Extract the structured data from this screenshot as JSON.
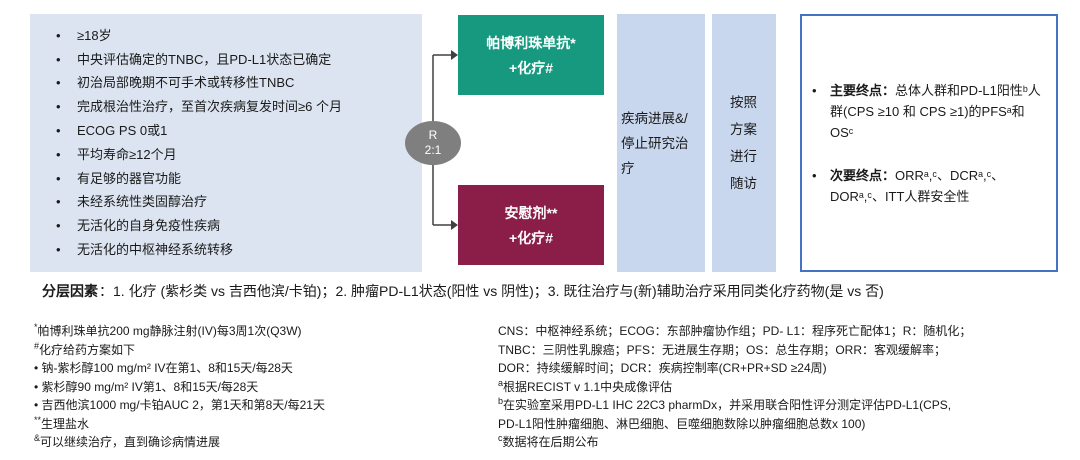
{
  "colors": {
    "criteria_panel": "#dbe4f0",
    "arm_pembrolizumab": "#16997f",
    "arm_placebo": "#8a1e49",
    "middle_columns": "#c9d7ee",
    "endpoints_border": "#4472c4",
    "randomization_node": "#7f7f7f"
  },
  "flow": {
    "criteria": {
      "items": [
        "≥18岁",
        "中央评估确定的TNBC，且PD-L1状态已确定",
        "初治局部晚期不可手术或转移性TNBC",
        "完成根治性治疗，至首次疾病复发时间≥6 个月",
        "ECOG PS 0或1",
        "平均寿命≥12个月",
        "有足够的器官功能",
        "未经系统性类固醇治疗",
        "无活化的自身免疫性疾病",
        "无活化的中枢神经系统转移"
      ]
    },
    "randomization": {
      "top": "R",
      "bottom": "2:1"
    },
    "arm_top": {
      "line1": "帕博利珠单抗*",
      "line2": "+化疗#"
    },
    "arm_bottom": {
      "line1": "安慰剂**",
      "line2": "+化疗#"
    },
    "progression": "疾病进展&/停止研究治疗",
    "followup": "按照方案进行随访",
    "endpoints": {
      "primary_label": "主要终点：",
      "primary_text": "总体人群和PD-L1阳性ᵇ人群(CPS ≥10 和 CPS ≥1)的PFSᵃ和OSᶜ",
      "secondary_label": "次要终点：",
      "secondary_text": "ORRᵃ,ᶜ、DCRᵃ,ᶜ、DORᵃ,ᶜ、ITT人群安全性"
    }
  },
  "stratification": {
    "label": "分层因素",
    "text": "：1. 化疗 (紫杉类 vs 吉西他滨/卡铂)；2. 肿瘤PD-L1状态(阳性 vs 阴性)；3. 既往治疗与(新)辅助治疗采用同类化疗药物(是 vs 否)"
  },
  "footnotes_left": [
    {
      "sup": "*",
      "text": "帕博利珠单抗200 mg静脉注射(IV)每3周1次(Q3W)"
    },
    {
      "sup": "#",
      "text": "化疗给药方案如下"
    },
    {
      "sup": "",
      "text": "• 钠-紫杉醇100 mg/m² IV在第1、8和15天/每28天"
    },
    {
      "sup": "",
      "text": "• 紫杉醇90 mg/m² IV第1、8和15天/每28天"
    },
    {
      "sup": "",
      "text": "• 吉西他滨1000 mg/卡铂AUC 2，第1天和第8天/每21天"
    },
    {
      "sup": "**",
      "text": "生理盐水"
    },
    {
      "sup": "&",
      "text": "可以继续治疗，直到确诊病情进展"
    }
  ],
  "footnotes_right": [
    {
      "sup": "",
      "text": "CNS：中枢神经系统；ECOG：东部肿瘤协作组；PD- L1：程序死亡配体1；R：随机化；"
    },
    {
      "sup": "",
      "text": "TNBC：三阴性乳腺癌；PFS：无进展生存期；OS：总生存期；ORR：客观缓解率；"
    },
    {
      "sup": "",
      "text": "DOR：持续缓解时间；DCR：疾病控制率(CR+PR+SD ≥24周)"
    },
    {
      "sup": "a",
      "text": "根据RECIST v 1.1中央成像评估"
    },
    {
      "sup": "b",
      "text": "在实验室采用PD-L1 IHC 22C3 pharmDx，并采用联合阳性评分测定评估PD-L1(CPS,"
    },
    {
      "sup": "",
      "text": "PD-L1阳性肿瘤细胞、淋巴细胞、巨噬细胞数除以肿瘤细胞总数x 100)"
    },
    {
      "sup": "c",
      "text": "数据将在后期公布"
    }
  ]
}
